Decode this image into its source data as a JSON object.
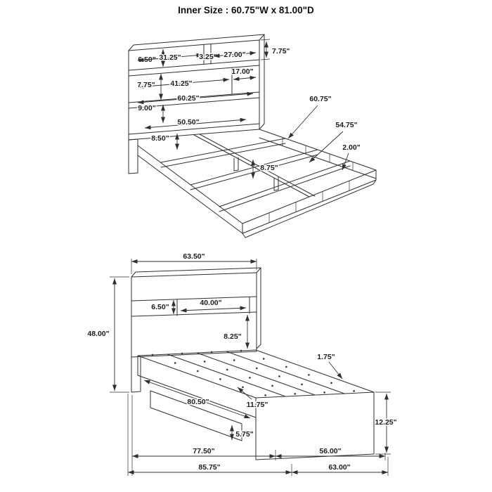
{
  "title": "Inner Size : 60.75\"W x 81.00\"D",
  "top_view": {
    "shelf_height": "6.50\"",
    "shelf_left_width": "31.25\"",
    "shelf_gap": "3.25\"",
    "shelf_right_width": "27.00\"",
    "right_top_height": "7.75\"",
    "mid_shelf_width": "41.25\"",
    "mid_right_width": "17.00\"",
    "left_mid_height": "7.75\"",
    "lower_shelf_width": "60.25\"",
    "left_lower_height": "9.00\"",
    "inner_opening_width": "50.50\"",
    "rail_height": "8.50\"",
    "inner_width": "60.75\"",
    "slat_length": "54.75\"",
    "rail_lip": "2.00\"",
    "support_leg_height": "8.75\""
  },
  "bottom_view": {
    "headboard_width": "63.50\"",
    "headboard_height": "48.00\"",
    "shelf_height": "6.50\"",
    "shelf_width": "40.00\"",
    "deck_drop": "8.25\"",
    "rail_lip": "1.75\"",
    "deck_length": "80.50\"",
    "slat_spacing": "11.75\"",
    "foot_height": "12.25\"",
    "base_height": "5.75\"",
    "platform_depth": "77.50\"",
    "foot_width": "56.00\"",
    "overall_depth": "85.75\"",
    "overall_width": "63.00\""
  }
}
